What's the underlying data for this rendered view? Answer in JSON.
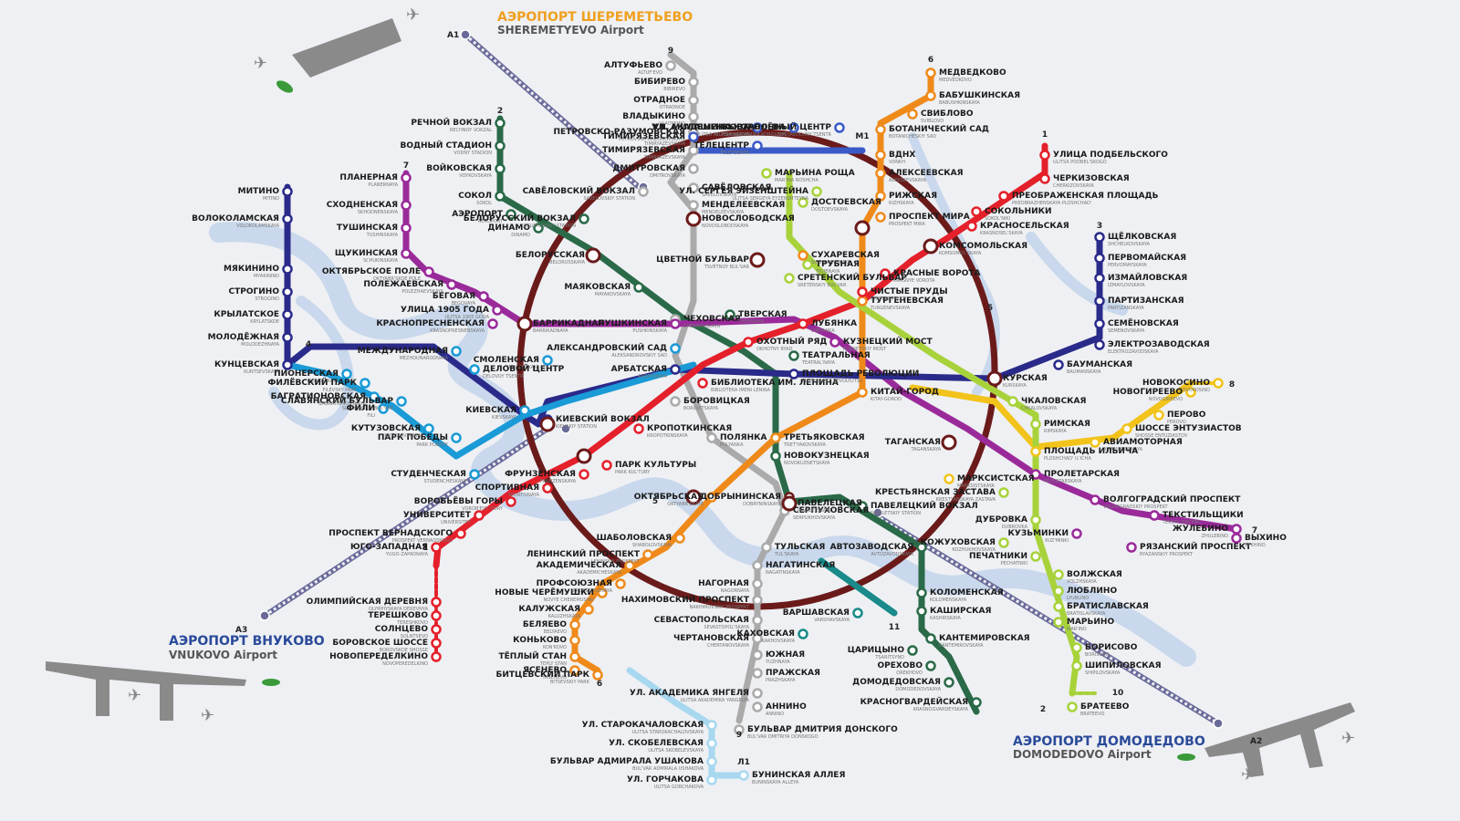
{
  "colors": {
    "background": "#eef0f3",
    "river": "#c9d8ec",
    "airport_text": "#f0a020",
    "airport_text_blue": "#2a4a9a"
  },
  "airports": [
    {
      "id": "sheremetyevo",
      "ru": "АЭРОПОРТ ШЕРЕМЕТЬЕВО",
      "en": "SHEREMETYEVO Airport",
      "code": "A1"
    },
    {
      "id": "vnukovo",
      "ru": "АЭРОПОРТ ВНУКОВО",
      "en": "VNUKOVO Airport",
      "code": "A3"
    },
    {
      "id": "domodedovo",
      "ru": "АЭРОПОРТ ДОМОДЕДОВО",
      "en": "DOMODEDOVO Airport",
      "code": "A2"
    }
  ],
  "lines": [
    {
      "id": "l1",
      "name": "1",
      "color": "#e4202b"
    },
    {
      "id": "l2",
      "name": "2",
      "color": "#2a6a48"
    },
    {
      "id": "l3",
      "name": "3",
      "color": "#2a2a8a"
    },
    {
      "id": "l4",
      "name": "4",
      "color": "#1a9ad6"
    },
    {
      "id": "l5",
      "name": "5",
      "color": "#6b1a1a"
    },
    {
      "id": "l6",
      "name": "6",
      "color": "#ef8a1a"
    },
    {
      "id": "l7",
      "name": "7",
      "color": "#9a2a9a"
    },
    {
      "id": "l8",
      "name": "8",
      "color": "#f2c31a"
    },
    {
      "id": "l9",
      "name": "9",
      "color": "#aaaaaa"
    },
    {
      "id": "l10",
      "name": "10",
      "color": "#a8d23a"
    },
    {
      "id": "l11",
      "name": "11",
      "color": "#1a8a8a"
    },
    {
      "id": "m1",
      "name": "M1",
      "color": "#3a5ac8"
    },
    {
      "id": "l1b",
      "name": "Л1",
      "color": "#a8d8f0"
    }
  ],
  "stations": [
    {
      "ru": "АЛТУФЬЕВО",
      "en": "ALTUF'EVO"
    },
    {
      "ru": "БИБИРЕВО",
      "en": "BIBIREVO"
    },
    {
      "ru": "ОТРАДНОЕ",
      "en": "OTRADNOE"
    },
    {
      "ru": "ВЛАДЫКИНО",
      "en": "VLADYKINO"
    },
    {
      "ru": "ПЕТРОВСКО-РАЗУМОВСКАЯ",
      "en": "PETROVSKO-RAZUMOVSKAYA"
    },
    {
      "ru": "ТИМИРЯЗЕВСКАЯ",
      "en": "TIMIRYAZEVSKAYA"
    },
    {
      "ru": "ДМИТРОВСКАЯ",
      "en": "DMITROVSKAYA"
    },
    {
      "ru": "САВЁЛОВСКАЯ",
      "en": "SAVELOVSKAYA"
    },
    {
      "ru": "МЕНДЕЛЕЕВСКАЯ",
      "en": "MENDELEEVSKAYA"
    },
    {
      "ru": "НОВОСЛОБОДСКАЯ",
      "en": "NOVOSLOBODSKAYA"
    },
    {
      "ru": "ЦВЕТНОЙ БУЛЬВАР",
      "en": "TSVETNOY BUL'VAR"
    },
    {
      "ru": "ЧЕХОВСКАЯ",
      "en": "CHEKHOVSKAYA"
    },
    {
      "ru": "БОРОВИЦКАЯ",
      "en": "BOROVITSKAYA"
    },
    {
      "ru": "ПОЛЯНКА",
      "en": "POLYANKA"
    },
    {
      "ru": "СЕРПУХОВСКАЯ",
      "en": "SERPUKHOVSKAYA"
    },
    {
      "ru": "ТУЛЬСКАЯ",
      "en": "TUL'SKAYA"
    },
    {
      "ru": "НАГАТИНСКАЯ",
      "en": "NAGATINSKAYA"
    },
    {
      "ru": "НАГОРНАЯ",
      "en": "NAGORNAYA"
    },
    {
      "ru": "НАХИМОВСКИЙ ПРОСПЕКТ",
      "en": "NAKHIMOVSKIY PROSPEKT"
    },
    {
      "ru": "СЕВАСТОПОЛЬСКАЯ",
      "en": "SEVASTOPOL'SKAYA"
    },
    {
      "ru": "ЧЕРТАНОВСКАЯ",
      "en": "CHERTANOVSKAYA"
    },
    {
      "ru": "ЮЖНАЯ",
      "en": "YUZHNAYA"
    },
    {
      "ru": "ПРАЖСКАЯ",
      "en": "PRAZHSKAYA"
    },
    {
      "ru": "УЛ. АКАДЕМИКА ЯНГЕЛЯ",
      "en": "ULITSA AKADEMIKA YANGELYA"
    },
    {
      "ru": "АННИНО",
      "en": "ANNINO"
    },
    {
      "ru": "БУЛЬВАР ДМИТРИЯ ДОНСКОГО",
      "en": "BUL'VAR DMITRIYA DONSKOGO"
    },
    {
      "ru": "УЛ. СТАРОКАЧАЛОВСКАЯ",
      "en": "ULITSA STAROKACHALOVSKAYA"
    },
    {
      "ru": "УЛ. СКОБЕЛЕВСКАЯ",
      "en": "ULITSA SKOBELEVSKAYA"
    },
    {
      "ru": "БУЛЬВАР АДМИРАЛА УШАКОВА",
      "en": "BUL'VAR ADMIRALA USHAKOVA"
    },
    {
      "ru": "УЛ. ГОРЧАКОВА",
      "en": "ULITSA GORCHAKOVA"
    },
    {
      "ru": "БУНИНСКАЯ АЛЛЕЯ",
      "en": "BUNINSKAYA ALLEYA"
    },
    {
      "ru": "РЕЧНОЙ ВОКЗАЛ",
      "en": "RECHNOY VOKZAL"
    },
    {
      "ru": "ВОДНЫЙ СТАДИОН",
      "en": "VODNY STADION"
    },
    {
      "ru": "ВОЙКОВСКАЯ",
      "en": "VOYKOVSKAYA"
    },
    {
      "ru": "СОКОЛ",
      "en": "SOKOL"
    },
    {
      "ru": "АЭРОПОРТ",
      "en": "AEROPORT"
    },
    {
      "ru": "ДИНАМО",
      "en": "DINAMO"
    },
    {
      "ru": "БЕЛОРУССКАЯ",
      "en": "BELORUSSKAYA"
    },
    {
      "ru": "МАЯКОВСКАЯ",
      "en": "MAYAKOVSKAYA"
    },
    {
      "ru": "ТВЕРСКАЯ",
      "en": "TVERSKAYA"
    },
    {
      "ru": "ТЕАТРАЛЬНАЯ",
      "en": "TEATRAL'NAYA"
    },
    {
      "ru": "НОВОКУЗНЕЦКАЯ",
      "en": "NOVOKUZNETSKAYA"
    },
    {
      "ru": "ПАВЕЛЕЦКАЯ",
      "en": "PAVELETSKAYA"
    },
    {
      "ru": "АВТОЗАВОДСКАЯ",
      "en": "AVTOZAVODSKAYA"
    },
    {
      "ru": "КОЛОМЕНСКАЯ",
      "en": "KOLOMENSKAYA"
    },
    {
      "ru": "КАШИРСКАЯ",
      "en": "KASHIRSKAYA"
    },
    {
      "ru": "КАНТЕМИРОВСКАЯ",
      "en": "KANTEMIROVSKAYA"
    },
    {
      "ru": "ЦАРИЦЫНО",
      "en": "TSARITSYNO"
    },
    {
      "ru": "ОРЕХОВО",
      "en": "OREKHOVO"
    },
    {
      "ru": "ДОМОДЕДОВСКАЯ",
      "en": "DOMODEDOVSKAYA"
    },
    {
      "ru": "КРАСНОГВАРДЕЙСКАЯ",
      "en": "KRASNOGVARDEYSKAYA"
    },
    {
      "ru": "МИТИНО",
      "en": "MITINO"
    },
    {
      "ru": "ВОЛОКОЛАМСКАЯ",
      "en": "VOLOKOLAMSKAYA"
    },
    {
      "ru": "МЯКИНИНО",
      "en": "MYAKININO"
    },
    {
      "ru": "СТРОГИНО",
      "en": "STROGINO"
    },
    {
      "ru": "КРЫЛАТСКОЕ",
      "en": "KRYLATSKOE"
    },
    {
      "ru": "МОЛОДЁЖНАЯ",
      "en": "MOLODEZHNAYA"
    },
    {
      "ru": "КУНЦЕВСКАЯ",
      "en": "KUNTSEVSKAYA"
    },
    {
      "ru": "СЛАВЯНСКИЙ БУЛЬВАР",
      "en": "SLAVYANSKIY BUL'VAR"
    },
    {
      "ru": "ПАРК ПОБЕДЫ",
      "en": "PARK POBEDY"
    },
    {
      "ru": "ПЛАНЕРНАЯ",
      "en": "PLANERNAYA"
    },
    {
      "ru": "СХОДНЕНСКАЯ",
      "en": "SKHODNENSKAYA"
    },
    {
      "ru": "ТУШИНСКАЯ",
      "en": "TUSHINSKAYA"
    },
    {
      "ru": "ЩУКИНСКАЯ",
      "en": "SCHUKINSKAYA"
    },
    {
      "ru": "ОКТЯБРЬСКОЕ ПОЛЕ",
      "en": "OKTYABR'SKOE POLE"
    },
    {
      "ru": "ПОЛЕЖАЕВСКАЯ",
      "en": "POLEZHAEVSKAYA"
    },
    {
      "ru": "БЕГОВАЯ",
      "en": "BEGOVAYA"
    },
    {
      "ru": "УЛИЦА 1905 ГОДА",
      "en": "ULITSA 1905 GODA"
    },
    {
      "ru": "КРАСНОПРЕСНЕНСКАЯ",
      "en": "KRASNOPRESNENSKAYA"
    },
    {
      "ru": "БАРРИКАДНАЯ",
      "en": "BARRIKADNAYA"
    },
    {
      "ru": "ПУШКИНСКАЯ",
      "en": "PUSHKINSKAYA"
    },
    {
      "ru": "КУЗНЕЦКИЙ МОСТ",
      "en": "KUZNETSKIY MOST"
    },
    {
      "ru": "КИТАЙ-ГОРОД",
      "en": "KITAY-GOROD"
    },
    {
      "ru": "ТАГАНСКАЯ",
      "en": "TAGANSKAYA"
    },
    {
      "ru": "ПРОЛЕТАРСКАЯ",
      "en": "PROLETARSKAYA"
    },
    {
      "ru": "ВОЛГОГРАДСКИЙ ПРОСПЕКТ",
      "en": "VOLGOGRADSKIY PROSPEKT"
    },
    {
      "ru": "ТЕКСТИЛЬЩИКИ",
      "en": "TEKSTIL'SHCHIKI"
    },
    {
      "ru": "КУЗЬМИНКИ",
      "en": "KUZ'MINKI"
    },
    {
      "ru": "РЯЗАНСКИЙ ПРОСПЕКТ",
      "en": "RYAZANSKIY PROSPEKT"
    },
    {
      "ru": "ВЫХИНО",
      "en": "VYKHINO"
    },
    {
      "ru": "ЖУЛЕБИНО",
      "en": "ZHULEBINO"
    },
    {
      "ru": "МЕДВЕДКОВО",
      "en": "MEDVEDKOVO"
    },
    {
      "ru": "БАБУШКИНСКАЯ",
      "en": "BABUSHKINSKAYA"
    },
    {
      "ru": "СВИБЛОВО",
      "en": "SVIBLOVO"
    },
    {
      "ru": "БОТАНИЧЕСКИЙ САД",
      "en": "BOTANICHESKIY SAD"
    },
    {
      "ru": "ВДНХ",
      "en": "VDNKH"
    },
    {
      "ru": "АЛЕКСЕЕВСКАЯ",
      "en": "ALEKSEEVSKAYA"
    },
    {
      "ru": "РИЖСКАЯ",
      "en": "RIZHSKAYA"
    },
    {
      "ru": "ПРОСПЕКТ МИРА",
      "en": "PROSPEKT MIRA"
    },
    {
      "ru": "СУХАРЕВСКАЯ",
      "en": "SUKHAREVSKAYA"
    },
    {
      "ru": "ТУРГЕНЕВСКАЯ",
      "en": "TURGENEVSKAYA"
    },
    {
      "ru": "ТРЕТЬЯКОВСКАЯ",
      "en": "TRET'YAKOVSKAYA"
    },
    {
      "ru": "ОКТЯБРЬСКАЯ",
      "en": "OKTYABR'SKAYA"
    },
    {
      "ru": "ШАБОЛОВСКАЯ",
      "en": "SHABOLOVSKAYA"
    },
    {
      "ru": "ЛЕНИНСКИЙ ПРОСПЕКТ",
      "en": "LENINSKIY PROSPEKT"
    },
    {
      "ru": "АКАДЕМИЧЕСКАЯ",
      "en": "AKADEMICHESKAYA"
    },
    {
      "ru": "ПРОФСОЮЗНАЯ",
      "en": "PROFSOYUZNAYA"
    },
    {
      "ru": "НОВЫЕ ЧЕРЁМУШКИ",
      "en": "NOVYE CHEREMUSHKI"
    },
    {
      "ru": "КАЛУЖСКАЯ",
      "en": "KALUZHSKAYA"
    },
    {
      "ru": "БЕЛЯЕВО",
      "en": "BELYAEVO"
    },
    {
      "ru": "КОНЬКОВО",
      "en": "KON'KOVO"
    },
    {
      "ru": "ТЁПЛЫЙ СТАН",
      "en": "TEPLY STAN"
    },
    {
      "ru": "ЯСЕНЕВО",
      "en": "YASENEVO"
    },
    {
      "ru": "БИТЦЕВСКИЙ ПАРК",
      "en": "BITSEVSKIY PARK"
    },
    {
      "ru": "УЛИЦА ПОДБЕЛЬСКОГО",
      "en": "ULITSA PODBEL'SKOGO"
    },
    {
      "ru": "ЧЕРКИЗОВСКАЯ",
      "en": "CHERKIZOVSKAYA"
    },
    {
      "ru": "ПРЕОБРАЖЕНСКАЯ ПЛОЩАДЬ",
      "en": "PREOBRAZHENSKAYA PLOSHCHAD'"
    },
    {
      "ru": "СОКОЛЬНИКИ",
      "en": "SOKOL'NIKI"
    },
    {
      "ru": "КРАСНОСЕЛЬСКАЯ",
      "en": "KRASNOSEL'SKAYA"
    },
    {
      "ru": "КОМСОМОЛЬСКАЯ",
      "en": "KOMSOMOL'SKAYA"
    },
    {
      "ru": "КРАСНЫЕ ВОРОТА",
      "en": "KRASNYE VOROTA"
    },
    {
      "ru": "ЧИСТЫЕ ПРУДЫ",
      "en": "CHISTYE PRUDY"
    },
    {
      "ru": "ЛУБЯНКА",
      "en": "LUBYANKA"
    },
    {
      "ru": "ОХОТНЫЙ РЯД",
      "en": "OKHOTNY RYAD"
    },
    {
      "ru": "БИБЛИОТЕКА ИМ. ЛЕНИНА",
      "en": "BIBLIOTEKA IMENI LENINA"
    },
    {
      "ru": "КРОПОТКИНСКАЯ",
      "en": "KROPOTKINSKAYA"
    },
    {
      "ru": "ПАРК КУЛЬТУРЫ",
      "en": "PARK KUL'TURY"
    },
    {
      "ru": "ФРУНЗЕНСКАЯ",
      "en": "FRUNZENSKAYA"
    },
    {
      "ru": "СПОРТИВНАЯ",
      "en": "SPORTIVNAYA"
    },
    {
      "ru": "ВОРОБЬЁВЫ ГОРЫ",
      "en": "VOROB'EVY GORY"
    },
    {
      "ru": "УНИВЕРСИТЕТ",
      "en": "UNIVERSITET"
    },
    {
      "ru": "ПРОСПЕКТ ВЕРНАДСКОГО",
      "en": "PROSPEKT VERNADSKOGO"
    },
    {
      "ru": "ЮГО-ЗАПАДНАЯ",
      "en": "YUGO-ZAPADNAYA"
    },
    {
      "ru": "ОЛИМПИЙСКАЯ ДЕРЕВНЯ",
      "en": "OLYMPIYSKAYA DEREVNYA"
    },
    {
      "ru": "ТЕРЕШКОВО",
      "en": "TERESHKOVO"
    },
    {
      "ru": "СОЛНЦЕВО",
      "en": "SOLNTSEVO"
    },
    {
      "ru": "БОРОВСКОЕ ШОССЕ",
      "en": "BOROVSKOE SHOSSE"
    },
    {
      "ru": "НОВОПЕРЕДЕЛКИНО",
      "en": "NOVOPEREDELKINO"
    },
    {
      "ru": "ЩЁЛКОВСКАЯ",
      "en": "SHCHELKOVSKAYA"
    },
    {
      "ru": "ПЕРВОМАЙСКАЯ",
      "en": "PERVOMAYSKAYA"
    },
    {
      "ru": "ИЗМАЙЛОВСКАЯ",
      "en": "IZMAYLOVSKAYA"
    },
    {
      "ru": "ПАРТИЗАНСКАЯ",
      "en": "PARTIZANSKAYA"
    },
    {
      "ru": "СЕМЁНОВСКАЯ",
      "en": "SEMENOVSKAYA"
    },
    {
      "ru": "ЭЛЕКТРОЗАВОДСКАЯ",
      "en": "ELEKTROZAVODSKAYA"
    },
    {
      "ru": "БАУМАНСКАЯ",
      "en": "BAUMANSKAYA"
    },
    {
      "ru": "КУРСКАЯ",
      "en": "KURSKAYA"
    },
    {
      "ru": "ПЛОЩАДЬ РЕВОЛЮЦИИ",
      "en": "PLOSHCHAD' REVOLYUTSII"
    },
    {
      "ru": "АРБАТСКАЯ",
      "en": "ARBATSKAYA"
    },
    {
      "ru": "СМОЛЕНСКАЯ",
      "en": "SMOLENSKAYA"
    },
    {
      "ru": "КИЕВСКАЯ",
      "en": "KIEVSKAYA"
    },
    {
      "ru": "ПИОНЕРСКАЯ",
      "en": "PIONERSKAYA"
    },
    {
      "ru": "ФИЛЁВСКИЙ ПАРК",
      "en": "FILEVSKY PARK"
    },
    {
      "ru": "БАГРАТИОНОВСКАЯ",
      "en": "BAGRATIONOVSKAYA"
    },
    {
      "ru": "ФИЛИ",
      "en": "FILI"
    },
    {
      "ru": "КУТУЗОВСКАЯ",
      "en": "KUTUZOVSKAYA"
    },
    {
      "ru": "СТУДЕНЧЕСКАЯ",
      "en": "STUDENCHESKAYA"
    },
    {
      "ru": "МЕЖДУНАРОДНАЯ",
      "en": "MEZHDUNARODNAYA"
    },
    {
      "ru": "ДЕЛОВОЙ ЦЕНТР",
      "en": "DELOVOY TSENTR"
    },
    {
      "ru": "АЛЕКСАНДРОВСКИЙ САД",
      "en": "ALEKSANDROVSKIY SAD"
    },
    {
      "ru": "НОВОКОСИНО",
      "en": "NOVOKOSINO"
    },
    {
      "ru": "НОВОГИРЕЕВО",
      "en": "NOVOGIREEVO"
    },
    {
      "ru": "ПЕРОВО",
      "en": "PEROVO"
    },
    {
      "ru": "ШОССЕ ЭНТУЗИАСТОВ",
      "en": "SHOSSE ENTUZIASTOV"
    },
    {
      "ru": "АВИАМОТОРНАЯ",
      "en": "AVIAMOTORNAYA"
    },
    {
      "ru": "ПЛОЩАДЬ ИЛЬИЧА",
      "en": "PLOSHCHAD' IL'ICHA"
    },
    {
      "ru": "МАРКСИСТСКАЯ",
      "en": "MARKSISTSKAYA"
    },
    {
      "ru": "ТРУБНАЯ",
      "en": "TRUBNAYA"
    },
    {
      "ru": "СРЕТЕНСКИЙ БУЛЬВАР",
      "en": "SRETENSKIY BUL'VAR"
    },
    {
      "ru": "ЧКАЛОВСКАЯ",
      "en": "CHKALOVSKAYA"
    },
    {
      "ru": "РИМСКАЯ",
      "en": "RIMSKAYA"
    },
    {
      "ru": "КРЕСТЬЯНСКАЯ ЗАСТАВА",
      "en": "KRESTYANSKAYA ZASTAVA"
    },
    {
      "ru": "ДУБРОВКА",
      "en": "DUBROVKA"
    },
    {
      "ru": "КОЖУХОВСКАЯ",
      "en": "KOZHUKHOVSKAYA"
    },
    {
      "ru": "ПЕЧАТНИКИ",
      "en": "PECHATNIKI"
    },
    {
      "ru": "ВОЛЖСКАЯ",
      "en": "VOLZHSKAYA"
    },
    {
      "ru": "ЛЮБЛИНО",
      "en": "LYUBLINO"
    },
    {
      "ru": "БРАТИСЛАВСКАЯ",
      "en": "BRATISLAVSKAYA"
    },
    {
      "ru": "МАРЬИНО",
      "en": "MAR'INO"
    },
    {
      "ru": "БОРИСОВО",
      "en": "BORISOVO"
    },
    {
      "ru": "ШИПИЛОВСКАЯ",
      "en": "SHIPILOVSKAYA"
    },
    {
      "ru": "БРАТЕЕВО",
      "en": "BRATEEVO"
    },
    {
      "ru": "ДОБРЫНИНСКАЯ",
      "en": "DOBRYNINSKAYA"
    },
    {
      "ru": "КАХОВСКАЯ",
      "en": "KAKHOVSKAYA"
    },
    {
      "ru": "ВАРШАВСКАЯ",
      "en": "VARSHAVSKAYA"
    },
    {
      "ru": "МАРЬИНА РОЩА",
      "en": "MAR'INA ROSHCHA"
    },
    {
      "ru": "ДОСТОЕВСКАЯ",
      "en": "DOSTOEVSKAYA"
    },
    {
      "ru": "ТИМИРЯЗЕВСКАЯ",
      "en": "TIMIRYAZEVSKAYA"
    },
    {
      "ru": "УЛ. МИЛАШЕНКОВА",
      "en": "ULITSA MILASHENKOVA"
    },
    {
      "ru": "ТЕЛЕЦЕНТР",
      "en": "TELETSENTR"
    },
    {
      "ru": "УЛ. АКАДЕМИКА КОРОЛЁВА",
      "en": "ULITSA AKADEMIKA KOROLEVA"
    },
    {
      "ru": "ВЫСТАВОЧНЫЙ ЦЕНТР",
      "en": "VYSTAVOCHNY TSENTR"
    },
    {
      "ru": "УЛ. СЕРГЕЯ ЭЙЗЕНШТЕЙНА",
      "en": "ULITSA SERGEYA EYZENSHTEYNA"
    },
    {
      "ru": "САВЁЛОВСКИЙ ВОКЗАЛ",
      "en": "SAVELOVSKIY STATION"
    },
    {
      "ru": "БЕЛОРУССКИЙ ВОКЗАЛ",
      "en": "BELORUSSKIY STATION"
    },
    {
      "ru": "КИЕВСКИЙ ВОКЗАЛ",
      "en": "KIEVSKIY STATION"
    },
    {
      "ru": "ПАВЕЛЕЦКИЙ ВОКЗАЛ",
      "en": "PAVELETSKIY STATION"
    }
  ]
}
